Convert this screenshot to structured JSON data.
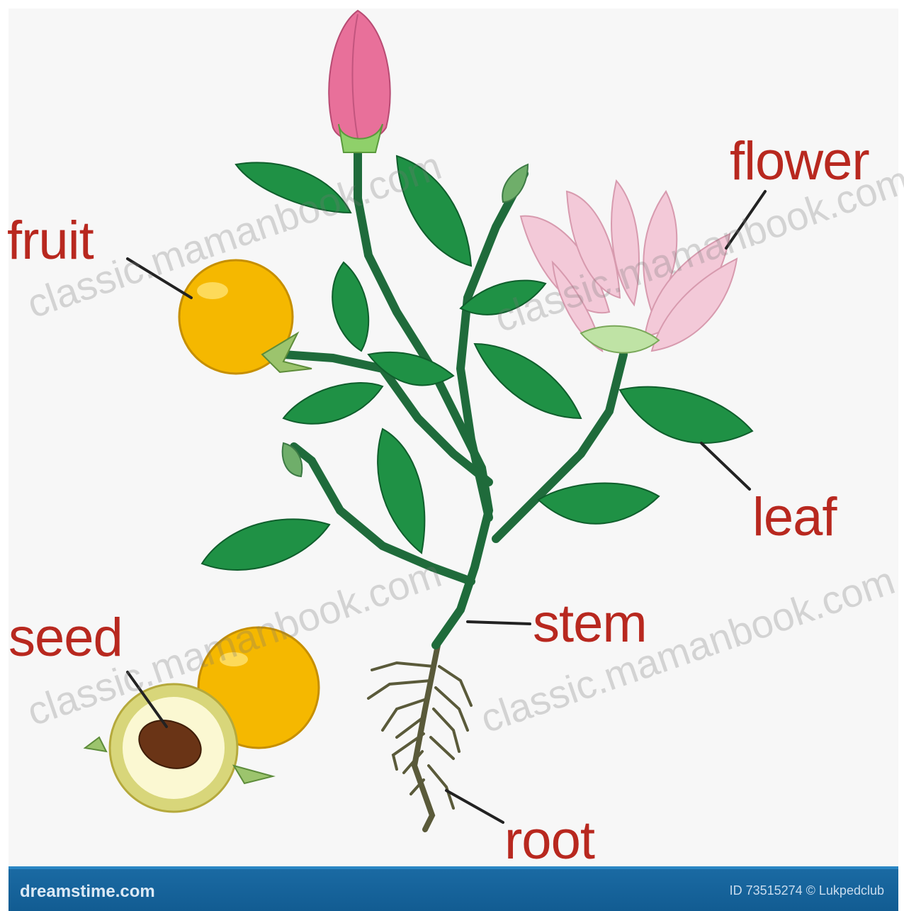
{
  "labels": {
    "flower": "flower",
    "fruit": "fruit",
    "leaf": "leaf",
    "stem": "stem",
    "seed": "seed",
    "root": "root"
  },
  "watermark": "classic.mamanbook.com",
  "footer": {
    "site": "dreamstime.com",
    "id": "ID 73515274 © Lukpedclub"
  },
  "colors": {
    "leaf": "#1f9145",
    "stem": "#1f6b3b",
    "fruit": "#f5b800",
    "petal": "#f3c9d8",
    "bud": "#e8709a",
    "label": "#b8281f",
    "footer": "#1a6aa3"
  }
}
